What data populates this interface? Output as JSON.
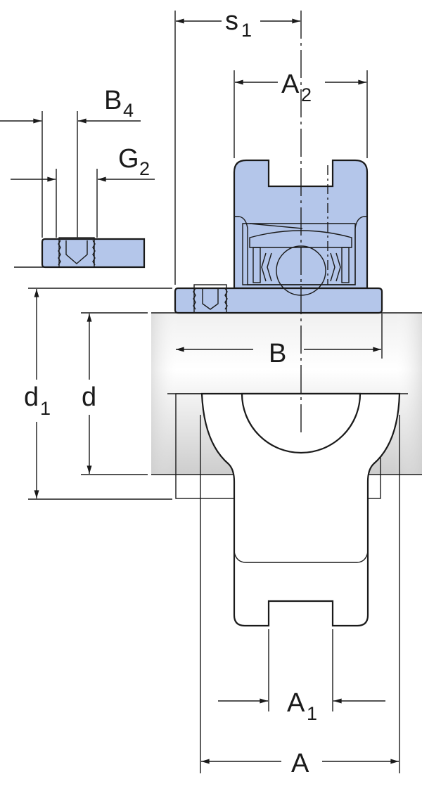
{
  "diagram": {
    "title": "Bearing unit dimension drawing",
    "colors": {
      "housing": "#b4c6ea",
      "shaft_light": "#f2f2f2",
      "shaft_dark": "#cfcfcf",
      "line": "#1a1a1a"
    },
    "labels": {
      "s1": {
        "main": "s",
        "sub": "1"
      },
      "A2": {
        "main": "A",
        "sub": "2"
      },
      "B4": {
        "main": "B",
        "sub": "4"
      },
      "G2": {
        "main": "G",
        "sub": "2"
      },
      "B": {
        "main": "B"
      },
      "d1": {
        "main": "d",
        "sub": "1"
      },
      "d": {
        "main": "d"
      },
      "A1": {
        "main": "A",
        "sub": "1"
      },
      "A": {
        "main": "A"
      }
    }
  }
}
